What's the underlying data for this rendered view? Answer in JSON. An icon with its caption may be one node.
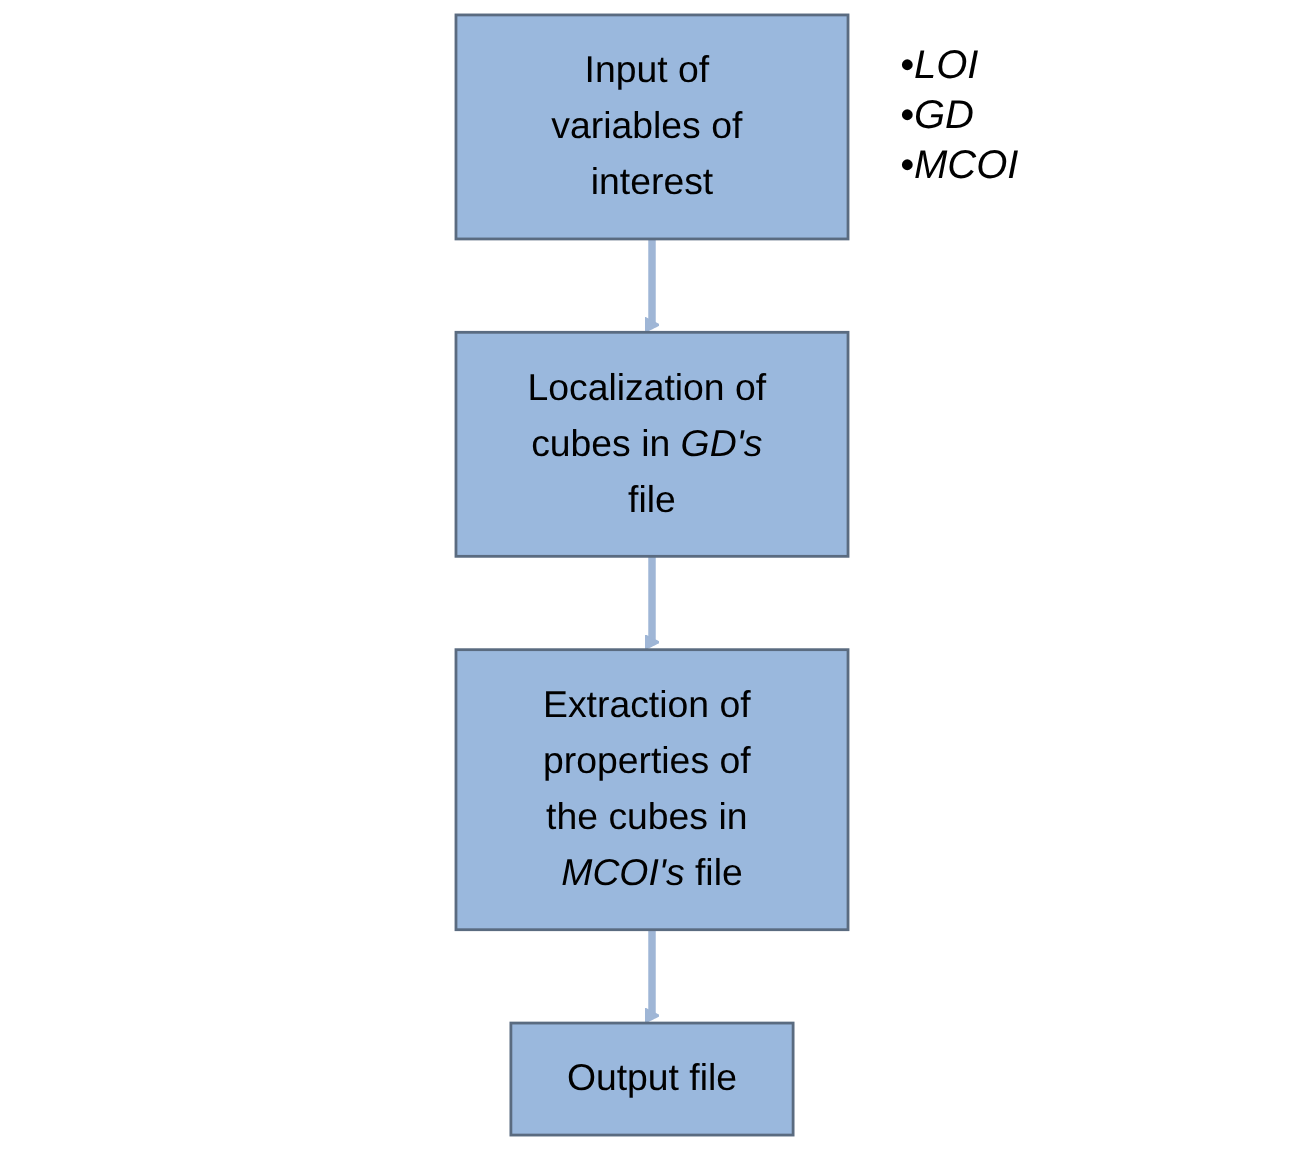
{
  "diagram": {
    "nodes": [
      {
        "text": [
          "Input of variables of interest"
        ],
        "beside": [
          "•LOI",
          "•GD",
          "•MCOI"
        ]
      },
      {
        "text": [
          "Localization of cubes in *GD's* file"
        ]
      },
      {
        "text": [
          "Extraction of properties of the cubes in *MCOI's* file"
        ]
      },
      {
        "text": [
          "Output file"
        ]
      }
    ],
    "edges": [
      {
        "from": 0,
        "to": 1,
        "arrow": "to"
      },
      {
        "from": 1,
        "to": 2,
        "arrow": "to"
      },
      {
        "from": 2,
        "to": 3,
        "arrow": "to"
      }
    ]
  }
}
